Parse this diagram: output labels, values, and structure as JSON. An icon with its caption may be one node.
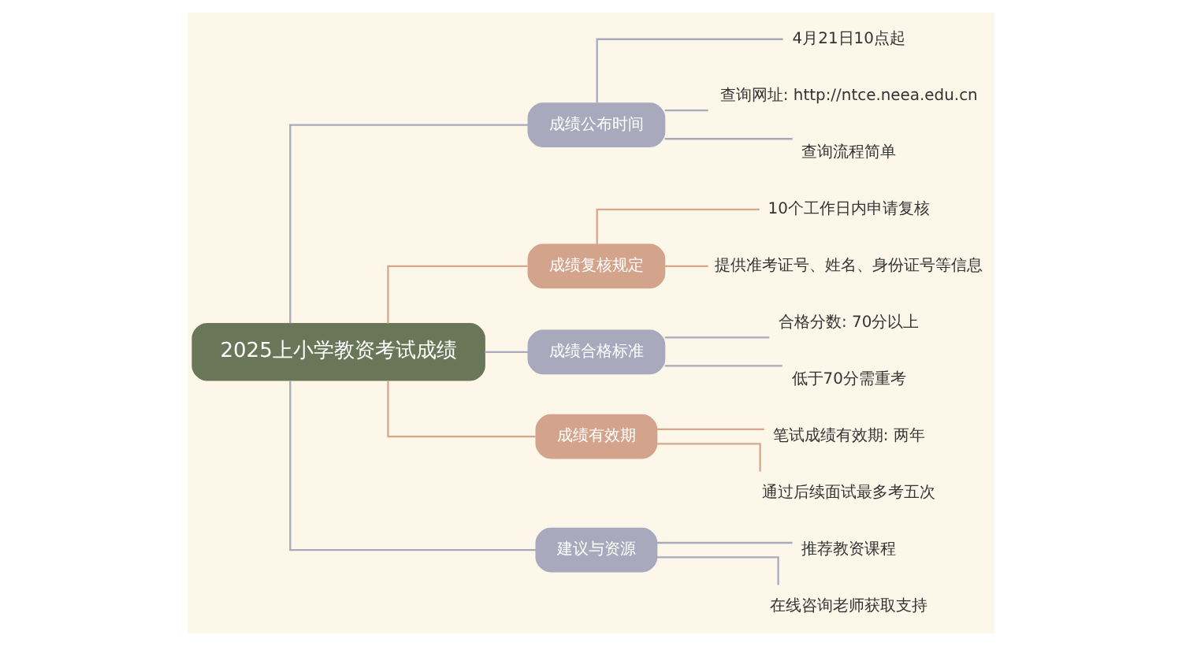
{
  "diagram": {
    "nodes": [
      {
        "text": [
          "2025上小学教资考试成绩"
        ]
      },
      {
        "text": [
          "成绩公布时间"
        ]
      },
      {
        "text": [
          "4月21日10点起"
        ]
      },
      {
        "text": [
          "查询网址: http://ntce.neea.edu.cn"
        ]
      },
      {
        "text": [
          "查询流程简单"
        ]
      },
      {
        "text": [
          "成绩复核规定"
        ]
      },
      {
        "text": [
          "10个工作日内申请复核"
        ]
      },
      {
        "text": [
          "提供准考证号、姓名、身份证号等信息"
        ]
      },
      {
        "text": [
          "成绩合格标准"
        ]
      },
      {
        "text": [
          "合格分数: 70分以上"
        ]
      },
      {
        "text": [
          "低于70分需重考"
        ]
      },
      {
        "text": [
          "成绩有效期"
        ]
      },
      {
        "text": [
          "笔试成绩有效期: 两年"
        ]
      },
      {
        "text": [
          "通过后续面试最多考五次"
        ]
      },
      {
        "text": [
          "建议与资源"
        ]
      },
      {
        "text": [
          "推荐教资课程"
        ]
      },
      {
        "text": [
          "在线咨询老师获取支持"
        ]
      }
    ],
    "edges": [
      {
        "from": 0,
        "to": 1,
        "arrow": "none"
      },
      {
        "from": 1,
        "to": 2,
        "arrow": "none"
      },
      {
        "from": 1,
        "to": 3,
        "arrow": "none"
      },
      {
        "from": 1,
        "to": 4,
        "arrow": "none"
      },
      {
        "from": 0,
        "to": 5,
        "arrow": "none",
        "color": "#d9a58b"
      },
      {
        "from": 5,
        "to": 6,
        "arrow": "none",
        "color": "#d9a58b"
      },
      {
        "from": 5,
        "to": 7,
        "arrow": "none",
        "color": "#d9a58b"
      },
      {
        "from": 0,
        "to": 8,
        "arrow": "none"
      },
      {
        "from": 8,
        "to": 9,
        "arrow": "none"
      },
      {
        "from": 8,
        "to": 10,
        "arrow": "none"
      },
      {
        "from": 0,
        "to": 11,
        "arrow": "none",
        "color": "#d9a58b"
      },
      {
        "from": 11,
        "to": 12,
        "arrow": "none",
        "color": "#d9a58b"
      },
      {
        "from": 11,
        "to": 13,
        "arrow": "none",
        "color": "#d9a58b"
      },
      {
        "from": 0,
        "to": 14,
        "arrow": "none"
      },
      {
        "from": 14,
        "to": 15,
        "arrow": "none"
      },
      {
        "from": 14,
        "to": 16,
        "arrow": "none"
      }
    ]
  }
}
